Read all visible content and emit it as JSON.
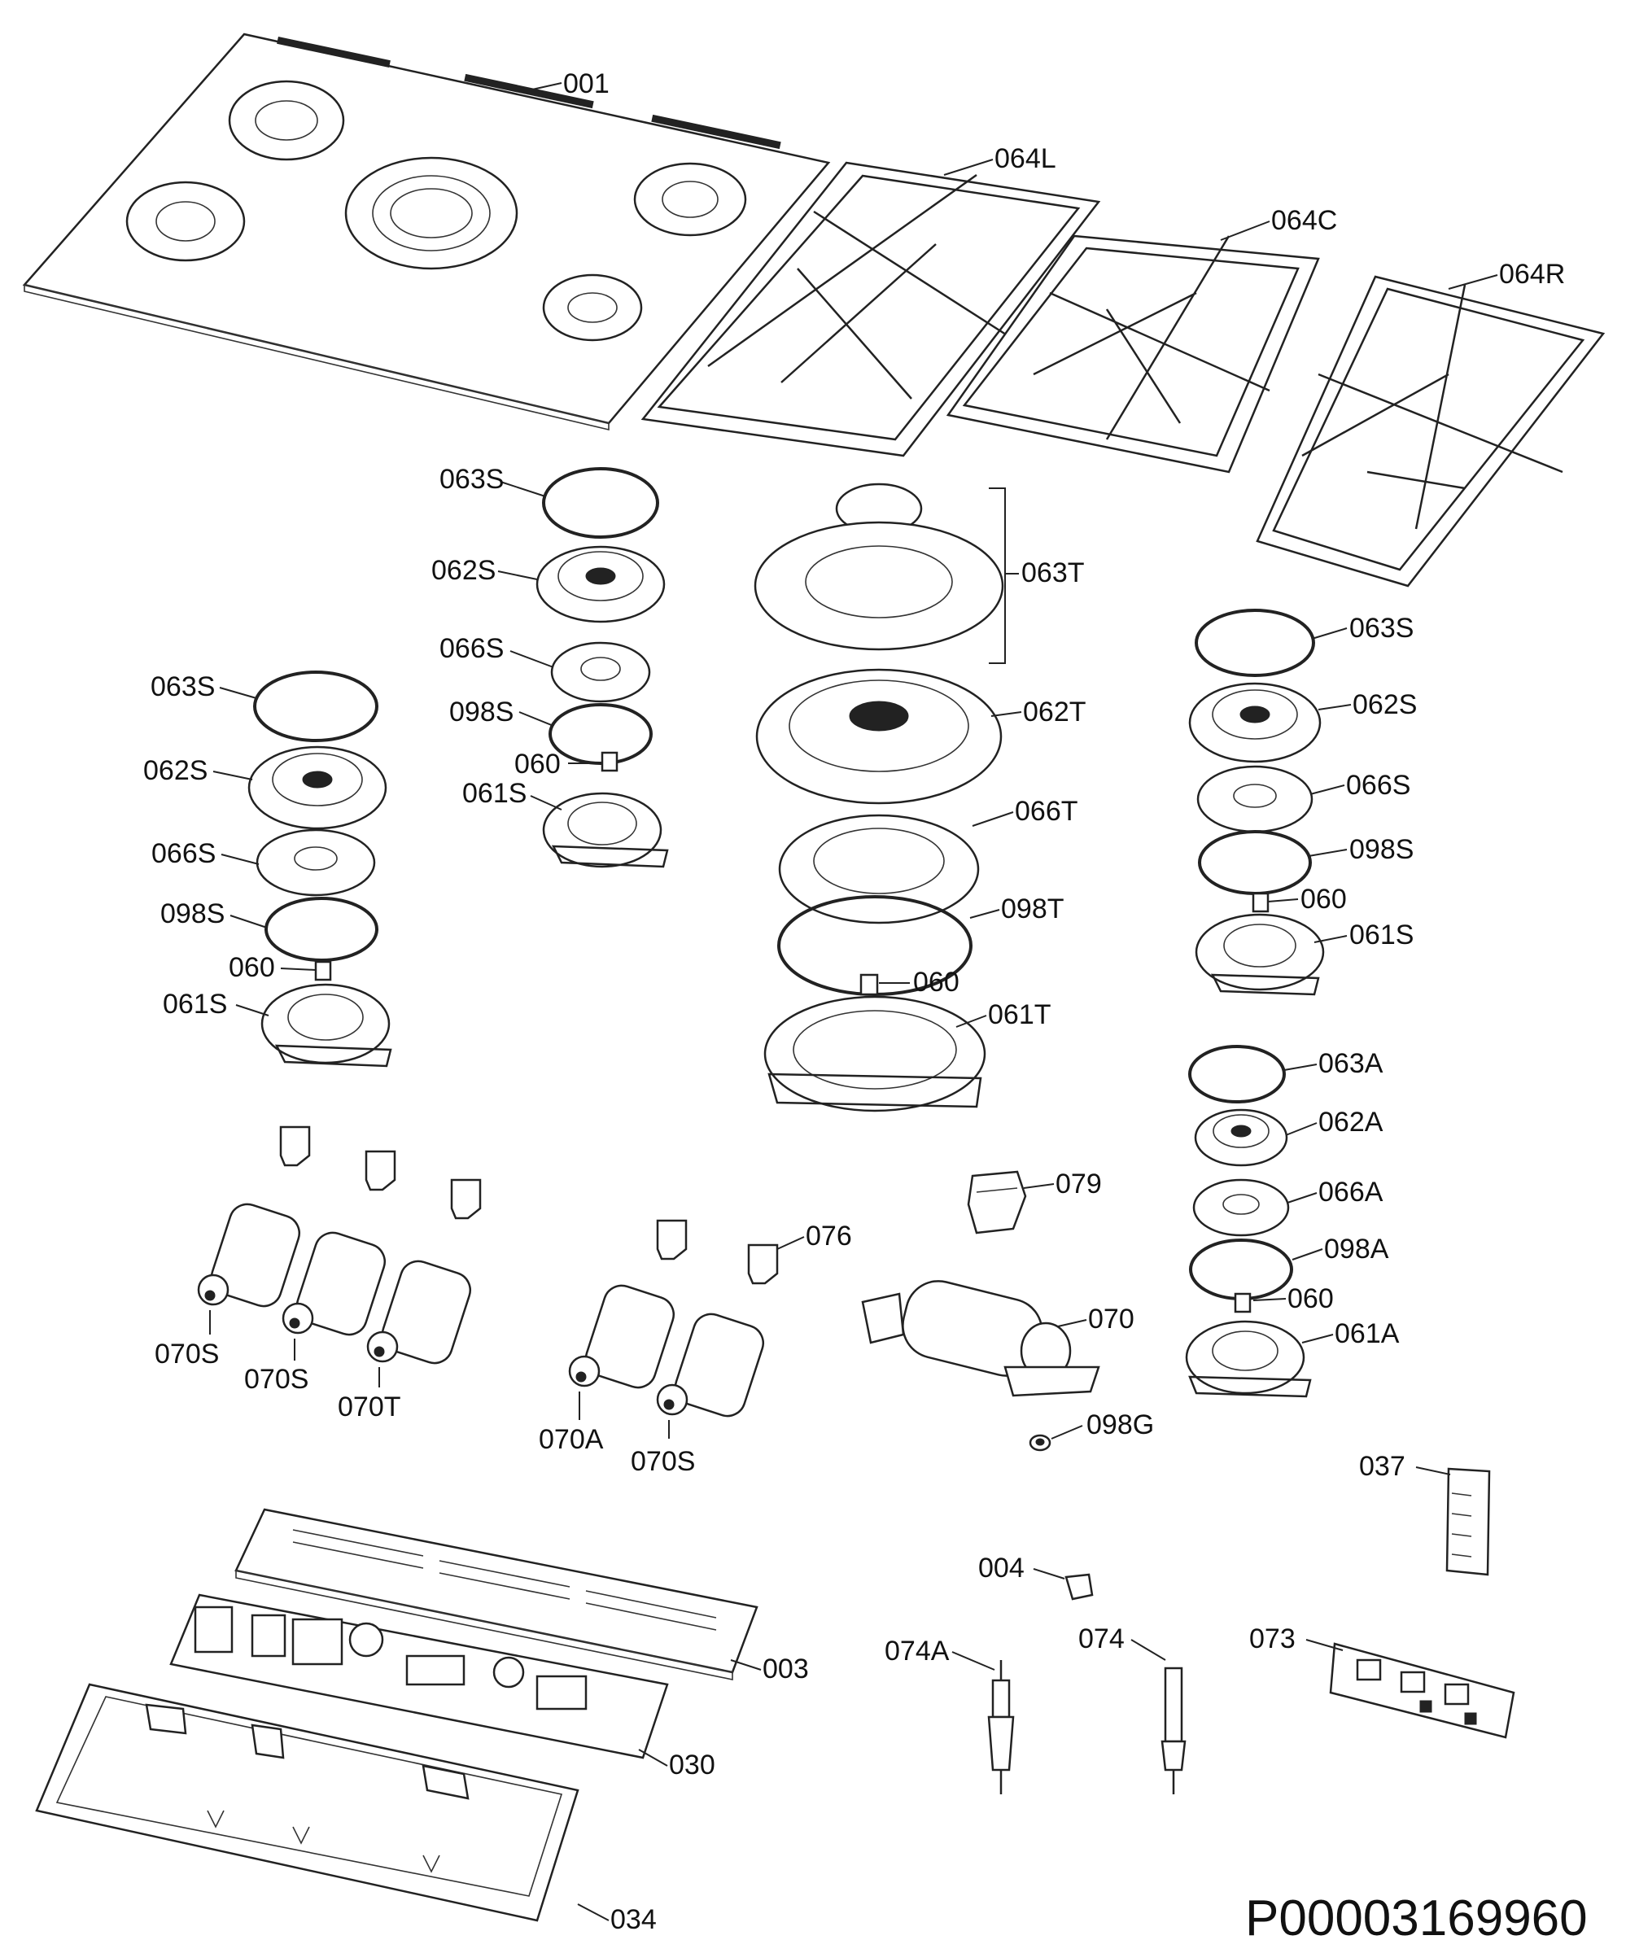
{
  "document_id": "P00003169960",
  "parts": {
    "p001": "001",
    "p064L": "064L",
    "p064C": "064C",
    "p064R": "064R",
    "p063S_a": "063S",
    "p062S_a": "062S",
    "p066S_a": "066S",
    "p098S_a": "098S",
    "p060_a": "060",
    "p061S_a": "061S",
    "p063T": "063T",
    "p062T": "062T",
    "p066T": "066T",
    "p098T": "098T",
    "p060_b": "060",
    "p061T": "061T",
    "p063S_b": "063S",
    "p062S_b": "062S",
    "p066S_b": "066S",
    "p098S_b": "098S",
    "p060_c": "060",
    "p061S_b": "061S",
    "p063S_c": "063S",
    "p062S_c": "062S",
    "p066S_c": "066S",
    "p098S_c": "098S",
    "p060_d": "060",
    "p061S_c": "061S",
    "p063A": "063A",
    "p062A": "062A",
    "p066A": "066A",
    "p098A": "098A",
    "p060_e": "060",
    "p061A": "061A",
    "p079": "079",
    "p076": "076",
    "p070": "070",
    "p098G": "098G",
    "p070S_a": "070S",
    "p070S_b": "070S",
    "p070T": "070T",
    "p070A": "070A",
    "p070S_c": "070S",
    "p037": "037",
    "p004": "004",
    "p003": "003",
    "p030": "030",
    "p034": "034",
    "p074A": "074A",
    "p074": "074",
    "p073": "073"
  }
}
